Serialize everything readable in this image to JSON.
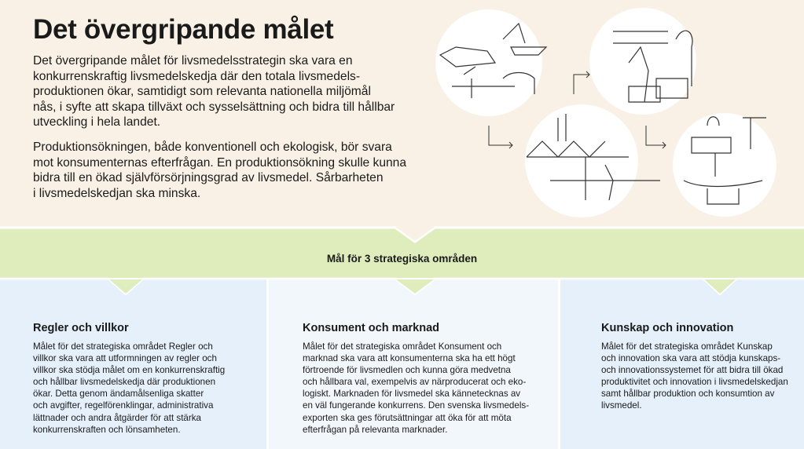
{
  "title": "Det övergripande målet",
  "intro": {
    "paragraph1": [
      "Det övergripande målet för livsmedelsstrategin ska vara en",
      "konkurrenskraftig livsmedelskedja där den totala livsmedels-",
      "produktionen ökar, samtidigt som relevanta nationella miljömål",
      "nås, i syfte att skapa tillväxt och sysselsättning och bidra till hållbar",
      "utveckling i hela landet."
    ],
    "paragraph2": [
      "Produktionsökningen, både konventionell och ekologisk, bör svara",
      "mot konsumenternas efterfrågan. En produktionsökning skulle kunna",
      "bidra till en ökad självförsörjningsgrad av livsmedel. Sårbarheten",
      "i livsmedelskedjan ska minska."
    ]
  },
  "section_title": "Mål för 3 strategiska områden",
  "areas": [
    {
      "heading": "Regler och villkor",
      "lines": [
        "Målet för det strategiska området Regler och",
        "villkor ska vara att utformningen av regler och",
        "villkor ska stödja målet om en konkurrenskraftig",
        "och hållbar livsmedelskedja där produktionen",
        "ökar. Detta genom ändamålsenliga skatter",
        "och avgifter, regelförenklingar, administrativa",
        "lättnader och andra åtgärder för att stärka",
        "konkurrenskraften och lönsamheten."
      ]
    },
    {
      "heading": "Konsument och marknad",
      "lines": [
        "Målet för det strategiska området Konsument och",
        "marknad ska vara att konsumenterna ska ha ett högt",
        "förtroende för livsmedlen och kunna göra medvetna",
        "och hållbara val, exempelvis av närproducerat och eko-",
        "logiskt. Marknaden för livsmedel ska kännetecknas av",
        "en väl fungerande konkurrens. Den svenska livsmedels-",
        "exporten ska ges förutsättningar att öka för att möta",
        "efterfrågan på relevanta marknader."
      ]
    },
    {
      "heading": "Kunskap och innovation",
      "lines": [
        "Målet för det strategiska området Kunskap",
        "och innovation ska vara att stödja kunskaps-",
        "och innovationssystemet för att bidra till ökad",
        "produktivitet och innovation i livsmedelskedjan",
        "samt hållbar produktion och konsumtion av",
        "livsmedel."
      ]
    }
  ],
  "colors": {
    "top_bg": "#f9f1e6",
    "green_band": "#dfedbd",
    "blue_col": "#e6f0fb",
    "light_col": "#f2f7fc"
  }
}
